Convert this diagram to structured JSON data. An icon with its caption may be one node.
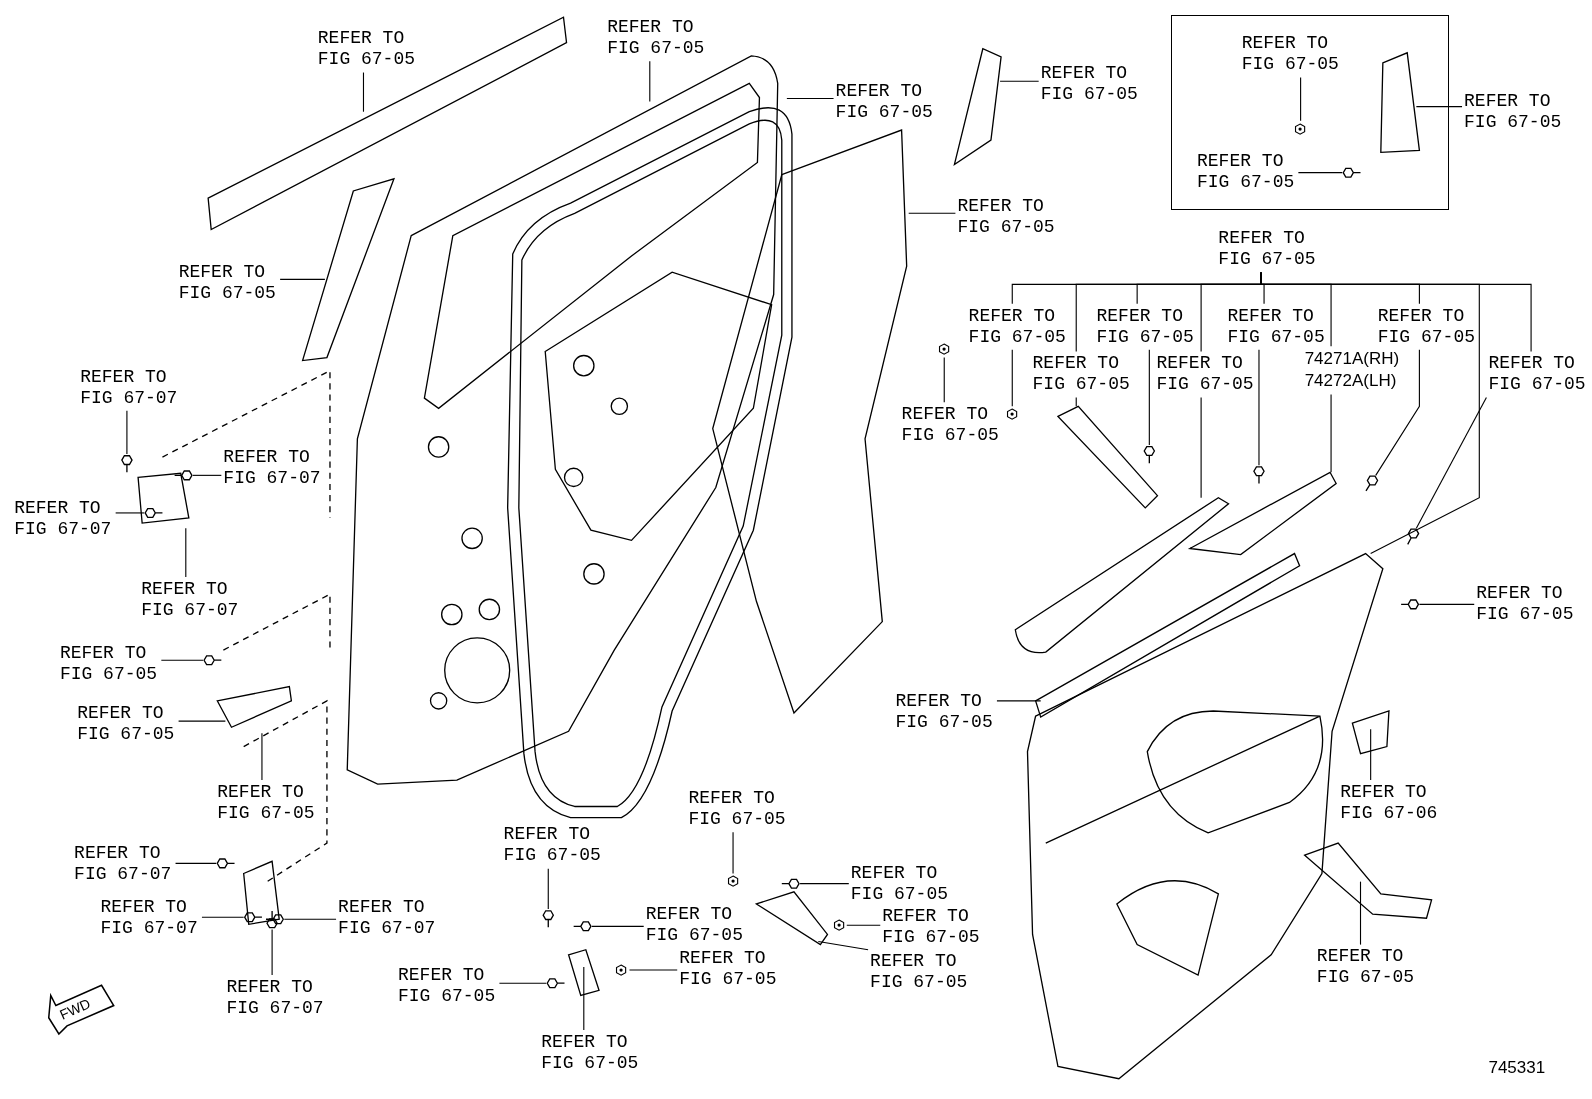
{
  "diagram": {
    "nodes": [
      {
        "text": [
          "REFER TO FIG 67-05"
        ]
      },
      {
        "text": [
          "REFER TO FIG 67-05"
        ]
      },
      {
        "text": [
          "REFER TO FIG 67-05"
        ]
      },
      {
        "text": [
          "REFER TO FIG 67-05"
        ]
      },
      {
        "text": [
          "REFER TO FIG 67-05"
        ]
      },
      {
        "text": [
          "REFER TO FIG 67-05"
        ]
      },
      {
        "text": [],
        "shape": "box"
      },
      {
        "text": [
          "REFER TO FIG 67-05"
        ],
        "in": 6
      },
      {
        "text": [
          "REFER TO FIG 67-05"
        ]
      },
      {
        "text": [
          "REFER TO FIG 67-05"
        ],
        "in": 6
      },
      {
        "text": [
          "REFER TO FIG 67-05"
        ]
      },
      {
        "text": [
          "REFER TO FIG 67-05"
        ]
      },
      {
        "text": [
          "REFER TO FIG 67-05"
        ]
      },
      {
        "text": [
          "REFER TO FIG 67-05"
        ]
      },
      {
        "text": [
          "REFER TO FIG 67-05"
        ]
      },
      {
        "text": [
          "REFER TO FIG 67-05"
        ]
      },
      {
        "text": [
          "REFER TO FIG 67-05"
        ]
      },
      {
        "text": [
          "74271A(RH)",
          "74272A(LH)"
        ]
      },
      {
        "text": [
          "REFER TO FIG 67-05"
        ]
      },
      {
        "text": [
          "REFER TO FIG 67-05"
        ]
      },
      {
        "text": [
          "REFER TO FIG 67-05"
        ]
      },
      {
        "text": [
          "REFER TO FIG 67-05"
        ]
      },
      {
        "text": [
          "REFER TO FIG 67-06"
        ]
      },
      {
        "text": [
          "REFER TO FIG 67-05"
        ]
      },
      {
        "text": [
          "REFER TO FIG 67-07"
        ]
      },
      {
        "text": [
          "REFER TO FIG 67-07"
        ]
      },
      {
        "text": [
          "REFER TO FIG 67-07"
        ]
      },
      {
        "text": [
          "REFER TO FIG 67-07"
        ]
      },
      {
        "text": [
          "REFER TO FIG 67-05"
        ]
      },
      {
        "text": [
          "REFER TO FIG 67-05"
        ]
      },
      {
        "text": [
          "REFER TO FIG 67-05"
        ]
      },
      {
        "text": [
          "REFER TO FIG 67-07"
        ]
      },
      {
        "text": [
          "REFER TO FIG 67-07"
        ]
      },
      {
        "text": [
          "REFER TO FIG 67-07"
        ]
      },
      {
        "text": [
          "REFER TO FIG 67-07"
        ]
      },
      {
        "text": [
          "REFER TO FIG 67-05"
        ]
      },
      {
        "text": [
          "REFER TO FIG 67-05"
        ]
      },
      {
        "text": [
          "REFER TO FIG 67-05"
        ]
      },
      {
        "text": [
          "REFER TO FIG 67-05"
        ]
      },
      {
        "text": [
          "REFER TO FIG 67-05"
        ]
      },
      {
        "text": [
          "REFER TO FIG 67-05"
        ]
      },
      {
        "text": [
          "REFER TO FIG 67-05"
        ]
      },
      {
        "text": [
          "REFER TO FIG 67-05"
        ]
      },
      {
        "text": [
          "REFER TO FIG 67-05"
        ]
      },
      {
        "text": [],
        "shape": "picture",
        "in": 6
      },
      {
        "text": [],
        "shape": "picture"
      },
      {
        "text": [],
        "shape": "picture"
      },
      {
        "text": [],
        "shape": "picture"
      },
      {
        "text": [],
        "shape": "picture"
      },
      {
        "text": [],
        "shape": "picture"
      }
    ],
    "edges": [
      {
        "from": 0,
        "to": null,
        "arrow": "none"
      },
      {
        "from": 1,
        "to": null,
        "arrow": "none"
      },
      {
        "from": 2,
        "to": null,
        "arrow": "none"
      },
      {
        "from": 3,
        "to": null,
        "arrow": "none"
      },
      {
        "from": 4,
        "to": null,
        "arrow": "none"
      },
      {
        "from": 5,
        "to": null,
        "arrow": "none"
      },
      {
        "from": 7,
        "to": 44,
        "arrow": "none"
      },
      {
        "from": 8,
        "to": null,
        "arrow": "none"
      },
      {
        "from": 9,
        "to": null,
        "arrow": "none"
      },
      {
        "from": 10,
        "to": 11,
        "arrow": "none"
      },
      {
        "from": 10,
        "to": 12,
        "arrow": "none"
      },
      {
        "from": 10,
        "to": 13,
        "arrow": "none"
      },
      {
        "from": 10,
        "to": 14,
        "arrow": "none"
      },
      {
        "from": 10,
        "to": 15,
        "arrow": "none"
      },
      {
        "from": 10,
        "to": 16,
        "arrow": "none"
      },
      {
        "from": 10,
        "to": 17,
        "arrow": "none"
      },
      {
        "from": 10,
        "to": 18,
        "arrow": "none"
      },
      {
        "from": 10,
        "to": null,
        "arrow": "none"
      },
      {
        "from": 11,
        "to": 45,
        "arrow": "none"
      },
      {
        "from": 12,
        "to": null,
        "arrow": "none"
      },
      {
        "from": 13,
        "to": null,
        "arrow": "none"
      },
      {
        "from": 14,
        "to": null,
        "arrow": "none"
      },
      {
        "from": 15,
        "to": null,
        "arrow": "none"
      },
      {
        "from": 16,
        "to": null,
        "arrow": "none"
      },
      {
        "from": 17,
        "to": null,
        "arrow": "none"
      },
      {
        "from": 18,
        "to": null,
        "arrow": "none"
      },
      {
        "from": 19,
        "to": 46,
        "arrow": "none"
      },
      {
        "from": 20,
        "to": null,
        "arrow": "none"
      },
      {
        "from": 21,
        "to": null,
        "arrow": "none"
      },
      {
        "from": 22,
        "to": null,
        "arrow": "none"
      },
      {
        "from": 23,
        "to": null,
        "arrow": "none"
      },
      {
        "from": 24,
        "to": null,
        "arrow": "none"
      },
      {
        "from": 25,
        "to": null,
        "arrow": "none"
      },
      {
        "from": 26,
        "to": null,
        "arrow": "none"
      },
      {
        "from": 27,
        "to": null,
        "arrow": "none"
      },
      {
        "from": 28,
        "to": null,
        "arrow": "none"
      },
      {
        "from": 29,
        "to": null,
        "arrow": "none"
      },
      {
        "from": 30,
        "to": null,
        "arrow": "none"
      },
      {
        "from": 31,
        "to": null,
        "arrow": "none"
      },
      {
        "from": 32,
        "to": null,
        "arrow": "none"
      },
      {
        "from": 33,
        "to": null,
        "arrow": "none"
      },
      {
        "from": 34,
        "to": null,
        "arrow": "none"
      },
      {
        "from": 35,
        "to": null,
        "arrow": "none"
      },
      {
        "from": 36,
        "to": 47,
        "arrow": "none"
      },
      {
        "from": 37,
        "to": null,
        "arrow": "none"
      },
      {
        "from": 38,
        "to": null,
        "arrow": "none"
      },
      {
        "from": 39,
        "to": 48,
        "arrow": "none"
      },
      {
        "from": 40,
        "to": 49,
        "arrow": "none"
      },
      {
        "from": 41,
        "to": null,
        "arrow": "none"
      },
      {
        "from": 42,
        "to": null,
        "arrow": "none"
      },
      {
        "from": 43,
        "to": null,
        "arrow": "none"
      }
    ],
    "labels": [
      "FWD",
      "745331"
    ]
  }
}
